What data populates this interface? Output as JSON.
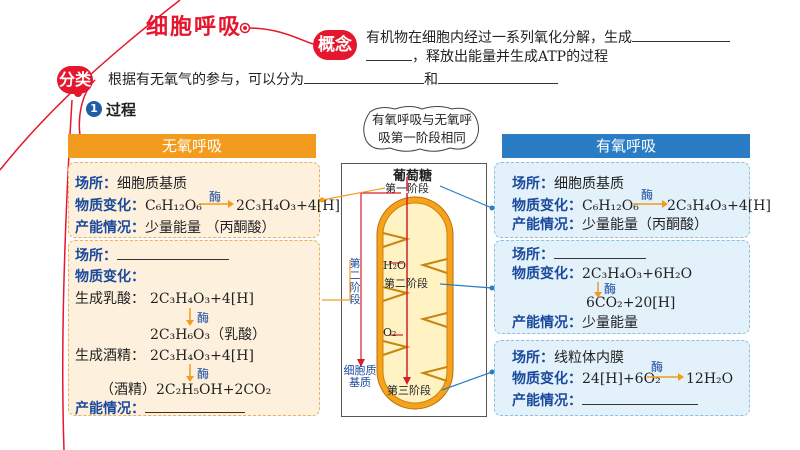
{
  "title": "细胞呼吸",
  "concept": {
    "badge": "概念",
    "line1": "有机物在细胞内经过一系列氧化分解，生成",
    "line2": "，释放出能量并生成ATP的过程"
  },
  "classification": {
    "badge": "分类",
    "text": "根据有无氧气的参与，可以分为",
    "and": "和"
  },
  "process": {
    "number": "1",
    "label": "过程"
  },
  "common_note": "有氧呼吸与无氧呼吸第一阶段相同",
  "labels": {
    "site": "场所：",
    "change": "物质变化：",
    "energy": "产能情况：",
    "enzyme": "酶",
    "glucose": "葡萄糖",
    "stage1": "第一阶段",
    "stage2_inner": "第二阶段",
    "stage3": "第三阶段",
    "stage2_side": "第二阶段",
    "matrix_side": "细胞质基质",
    "h2o": "H₂O",
    "o2": "O₂"
  },
  "anaerobic": {
    "header": "无氧呼吸",
    "stage1": {
      "site": "细胞质基质",
      "eq_left": "C₆H₁₂O₆",
      "eq_right": "2C₃H₄O₃+4[H]",
      "energy": "少量能量 （丙酮酸）"
    },
    "stage2": {
      "lactic_label": "生成乳酸：",
      "lactic_top": "2C₃H₄O₃+4[H]",
      "lactic_bottom": "2C₃H₆O₃（乳酸）",
      "alcohol_label": "生成酒精：",
      "alcohol_top": "2C₃H₄O₃+4[H]",
      "alcohol_bottom": "（酒精）2C₂H₅OH+2CO₂"
    }
  },
  "aerobic": {
    "header": "有氧呼吸",
    "stage1": {
      "site": "细胞质基质",
      "eq_left": "C₆H₁₂O₆",
      "eq_right": "2C₃H₄O₃+4[H]",
      "energy": "少量能量（丙酮酸）"
    },
    "stage2": {
      "eq_top": "2C₃H₄O₃+6H₂O",
      "eq_bottom": "6CO₂+20[H]",
      "energy": "少量能量"
    },
    "stage3": {
      "site": "线粒体内膜",
      "eq_left": "24[H]+6O₂",
      "eq_right": "12H₂O"
    }
  },
  "colors": {
    "accent_red": "#e6162e",
    "anaerobic": "#f29b1d",
    "aerobic": "#2a7dc4",
    "label_blue": "#1b4a9c"
  }
}
